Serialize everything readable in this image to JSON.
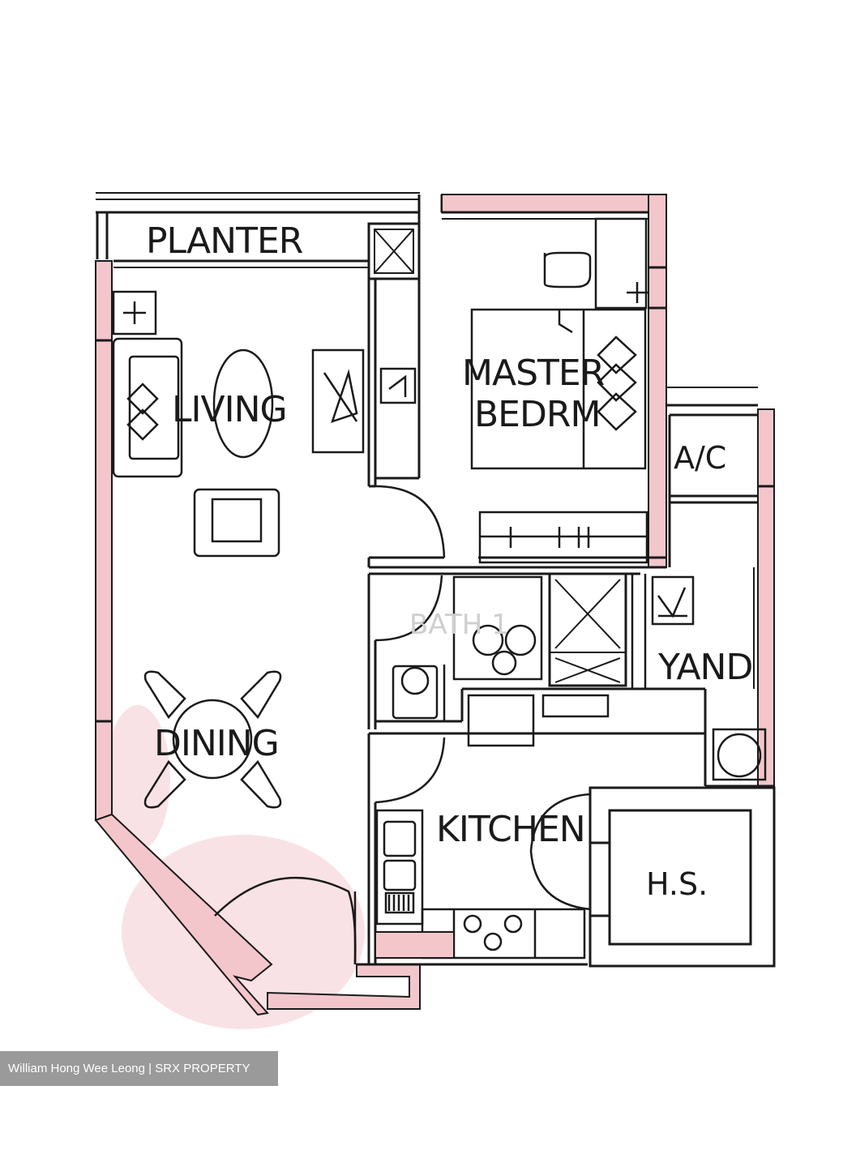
{
  "rooms": {
    "planter": "PLANTER",
    "living": "LIVING",
    "master_line1": "MASTER",
    "master_line2": "BEDRM",
    "ac": "A/C",
    "bath": "BATH 1",
    "yard": "YAND",
    "dining": "DINING",
    "kitchen": "KITCHEN",
    "hs": "H.S."
  },
  "credit": "William Hong Wee Leong | SRX PROPERTY",
  "colors": {
    "wall_accent": "#f3c6cc",
    "line": "#1a1a1a",
    "credit_bg": "#9a9a9a"
  }
}
